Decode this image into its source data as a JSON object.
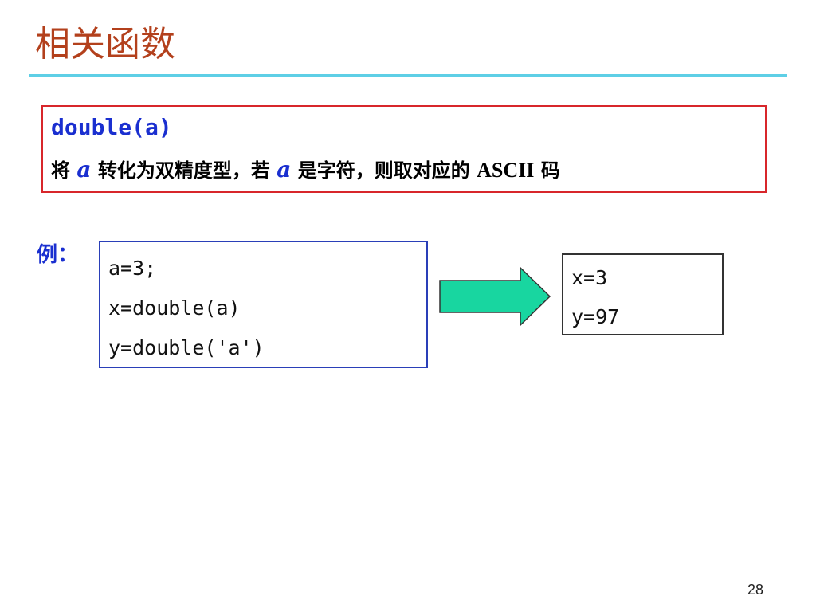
{
  "slide": {
    "title": "相关函数",
    "page_number": "28"
  },
  "definition": {
    "code": "double(a)",
    "desc_part1": "将 ",
    "var1": "a",
    "desc_part2": " 转化为双精度型，若 ",
    "var2": "a",
    "desc_part3": " 是字符，则取对应的 ",
    "ascii": "ASCII",
    "desc_part4": " 码"
  },
  "example": {
    "label": "例：",
    "code_lines": [
      "a=3;",
      "x=double(a)",
      "y=double('a')"
    ],
    "result_lines": [
      "x=3",
      "y=97"
    ]
  },
  "colors": {
    "title": "#b3401c",
    "rule": "#5ecfe6",
    "def_border": "#d8262b",
    "code_blue": "#1a2fd0",
    "arrow_fill": "#18d6a0"
  }
}
